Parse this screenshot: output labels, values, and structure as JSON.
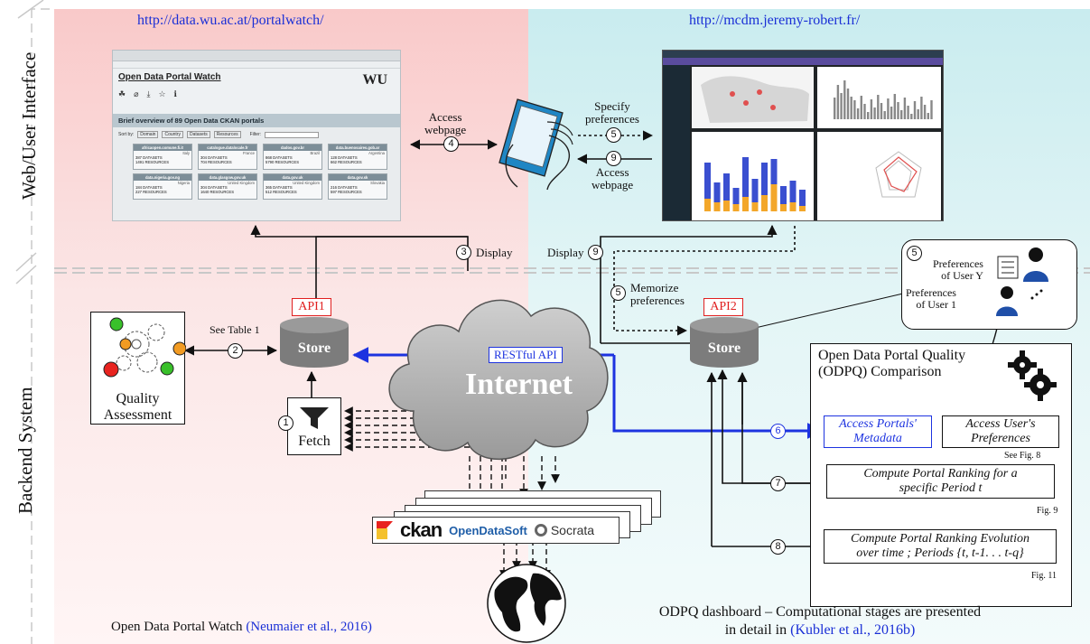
{
  "sections": {
    "web_ui": "Web/User Interface",
    "backend": "Backend System"
  },
  "urls": {
    "left": "http://data.wu.ac.at/portalwatch/",
    "right": "http://mcdm.jeremy-robert.fr/"
  },
  "portalwatch_shot": {
    "title": "Open Data Portal Watch",
    "logo": "WU",
    "subtitle": "Brief overview of 89 Open Data CKAN portals",
    "filter_label": "Sort by:",
    "sort_domain": "Domain",
    "sort_country": "Country",
    "sort_datasets": "Datasets",
    "sort_resources": "Resources",
    "filter": "Filter:",
    "cards": [
      {
        "name": "africaopen.comune.fi.it",
        "country": "Italy",
        "datasets": "387 DATASETS",
        "resources": "1491 RESOURCES"
      },
      {
        "name": "catalogue.datalocale.fr",
        "country": "France",
        "datasets": "304 DATASETS",
        "resources": "704 RESOURCES"
      },
      {
        "name": "dados.gov.br",
        "country": "Brazil",
        "datasets": "868 DATASETS",
        "resources": "5790 RESOURCES"
      },
      {
        "name": "data.buenosaires.gob.ar",
        "country": "Argentina",
        "datasets": "128 DATASETS",
        "resources": "662 RESOURCES"
      },
      {
        "name": "data.nigeria.gov.ng",
        "country": "Nigeria",
        "datasets": "184 DATASETS",
        "resources": "227 RESOURCES"
      },
      {
        "name": "data.glasgow.gov.uk",
        "country": "United Kingdom",
        "datasets": "304 DATASETS",
        "resources": "1640 RESOURCES"
      },
      {
        "name": "data.gov.uk",
        "country": "United Kingdom",
        "datasets": "365 DATASETS",
        "resources": "512 RESOURCES"
      },
      {
        "name": "data.gov.sk",
        "country": "Slovakia",
        "datasets": "216 DATASETS",
        "resources": "597 RESOURCES"
      }
    ]
  },
  "arrows": {
    "access_webpage_top": "Access\nwebpage",
    "access_webpage_bottom": "Access\nwebpage",
    "specify_preferences": "Specify\npreferences",
    "display_left": "Display",
    "display_right": "Display",
    "memorize_preferences": "Memorize\npreferences",
    "see_table": "See Table 1",
    "restful_api": "RESTful API"
  },
  "steps": {
    "s1": "1",
    "s2": "2",
    "s3": "3",
    "s4": "4",
    "s5": "5",
    "s6": "6",
    "s7": "7",
    "s8": "8",
    "s9": "9"
  },
  "api1": "API1",
  "api2": "API2",
  "store": "Store",
  "fetch": "Fetch",
  "internet": "Internet",
  "quality_assessment": "Quality\nAssessment",
  "users": {
    "pref_user_y": "Preferences\nof User Y",
    "pref_user_1": "Preferences\nof User 1"
  },
  "odpq": {
    "title": "Open Data Portal Quality\n(ODPQ) Comparison",
    "access_metadata": "Access Portals'\nMetadata",
    "access_preferences": "Access User's\nPreferences",
    "see_fig8": "See Fig. 8",
    "compute_ranking": "Compute Portal Ranking for a\nspecific Period t",
    "fig9": "Fig. 9",
    "compute_evolution": "Compute Portal Ranking Evolution\nover time ; Periods {t, t-1. . . t-q}",
    "fig11": "Fig. 11"
  },
  "platforms": {
    "ckan": "ckan",
    "opendatasoft": "OpenDataSoft",
    "socrata": "Socrata"
  },
  "captions": {
    "left_prefix": "Open Data Portal Watch ",
    "left_cite": "(Neumaier et al., 2016)",
    "right_line1": "ODPQ dashboard – Computational stages are presented",
    "right_line2_prefix": "in detail in ",
    "right_cite": "(Kubler et al., 2016b)"
  },
  "colors": {
    "accent_blue": "#1d33e0",
    "api_red": "#e02020",
    "left_bg": "#f9c9c9",
    "right_bg": "#c9ecef"
  }
}
